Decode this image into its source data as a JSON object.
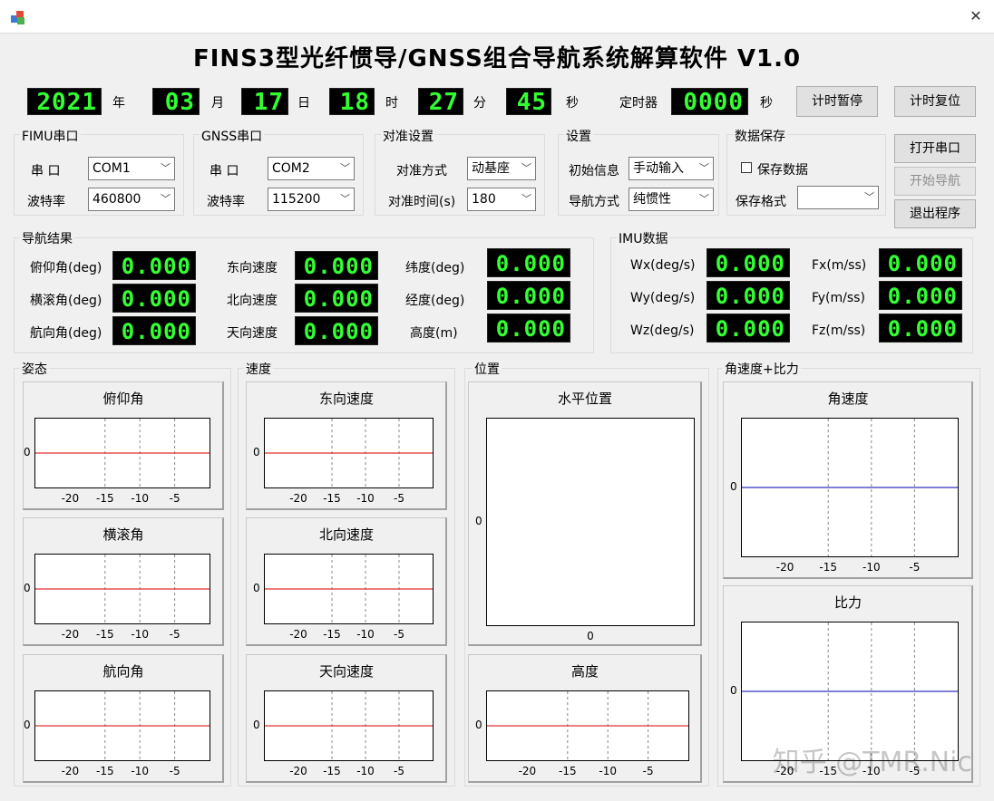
{
  "app": {
    "title": "FINS3型光纤惯导/GNSS组合导航系统解算软件 V1.0",
    "close_glyph": "✕"
  },
  "clock": {
    "year": "2021",
    "year_unit": "年",
    "month": "03",
    "month_unit": "月",
    "day": "17",
    "day_unit": "日",
    "hour": "18",
    "hour_unit": "时",
    "minute": "27",
    "minute_unit": "分",
    "second": "45",
    "second_unit": "秒",
    "timer_label": "定时器",
    "timer": "0000",
    "timer_unit": "秒",
    "pause_button": "计时暂停",
    "reset_button": "计时复位"
  },
  "fimu": {
    "title": "FIMU串口",
    "port_label": "串  口",
    "port_value": "COM1",
    "baud_label": "波特率",
    "baud_value": "460800"
  },
  "gnss": {
    "title": "GNSS串口",
    "port_label": "串  口",
    "port_value": "COM2",
    "baud_label": "波特率",
    "baud_value": "115200"
  },
  "align": {
    "title": "对准设置",
    "mode_label": "对准方式",
    "mode_value": "动基座",
    "time_label": "对准时间(s)",
    "time_value": "180"
  },
  "settings": {
    "title": "设置",
    "init_label": "初始信息",
    "init_value": "手动输入",
    "nav_label": "导航方式",
    "nav_value": "纯惯性"
  },
  "save": {
    "title": "数据保存",
    "save_check_label": "保存数据",
    "format_label": "保存格式",
    "format_value": ""
  },
  "actions": {
    "open_port": "打开串口",
    "start_nav": "开始导航",
    "exit": "退出程序"
  },
  "nav_result": {
    "title": "导航结果",
    "items": [
      {
        "label": "俯仰角(deg)",
        "value": "0.000"
      },
      {
        "label": "横滚角(deg)",
        "value": "0.000"
      },
      {
        "label": "航向角(deg)",
        "value": "0.000"
      },
      {
        "label": "东向速度",
        "value": "0.000"
      },
      {
        "label": "北向速度",
        "value": "0.000"
      },
      {
        "label": "天向速度",
        "value": "0.000"
      },
      {
        "label": "纬度(deg)",
        "value": "0.000"
      },
      {
        "label": "经度(deg)",
        "value": "0.000"
      },
      {
        "label": "高度(m)",
        "value": "0.000"
      }
    ]
  },
  "imu": {
    "title": "IMU数据",
    "items": [
      {
        "label": "Wx(deg/s)",
        "value": "0.000"
      },
      {
        "label": "Wy(deg/s)",
        "value": "0.000"
      },
      {
        "label": "Wz(deg/s)",
        "value": "0.000"
      },
      {
        "label": "Fx(m/ss)",
        "value": "0.000"
      },
      {
        "label": "Fy(m/ss)",
        "value": "0.000"
      },
      {
        "label": "Fz(m/ss)",
        "value": "0.000"
      }
    ]
  },
  "chart_groups": {
    "attitude": "姿态",
    "velocity": "速度",
    "position": "位置",
    "rate_force": "角速度+比力"
  },
  "colors": {
    "lcd_fg": "#33ff33",
    "lcd_bg": "#000000",
    "line_red": "#e03030",
    "line_blue": "#3030c0"
  },
  "chart_data": [
    {
      "type": "line",
      "title": "俯仰角",
      "x_ticks": [
        "-20",
        "-15",
        "-10",
        "-5"
      ],
      "y_ticks": [
        "0"
      ],
      "series": [
        {
          "values": [
            0,
            0
          ]
        }
      ],
      "color": "#e03030"
    },
    {
      "type": "line",
      "title": "横滚角",
      "x_ticks": [
        "-20",
        "-15",
        "-10",
        "-5"
      ],
      "y_ticks": [
        "0"
      ],
      "series": [
        {
          "values": [
            0,
            0
          ]
        }
      ],
      "color": "#e03030"
    },
    {
      "type": "line",
      "title": "航向角",
      "x_ticks": [
        "-20",
        "-15",
        "-10",
        "-5"
      ],
      "y_ticks": [
        "0"
      ],
      "series": [
        {
          "values": [
            0,
            0
          ]
        }
      ],
      "color": "#e03030"
    },
    {
      "type": "line",
      "title": "东向速度",
      "x_ticks": [
        "-20",
        "-15",
        "-10",
        "-5"
      ],
      "y_ticks": [
        "0"
      ],
      "series": [
        {
          "values": [
            0,
            0
          ]
        }
      ],
      "color": "#e03030"
    },
    {
      "type": "line",
      "title": "北向速度",
      "x_ticks": [
        "-20",
        "-15",
        "-10",
        "-5"
      ],
      "y_ticks": [
        "0"
      ],
      "series": [
        {
          "values": [
            0,
            0
          ]
        }
      ],
      "color": "#e03030"
    },
    {
      "type": "line",
      "title": "天向速度",
      "x_ticks": [
        "-20",
        "-15",
        "-10",
        "-5"
      ],
      "y_ticks": [
        "0"
      ],
      "series": [
        {
          "values": [
            0,
            0
          ]
        }
      ],
      "color": "#e03030"
    },
    {
      "type": "scatter",
      "title": "水平位置",
      "x_ticks": [
        "0"
      ],
      "y_ticks": [
        "0"
      ],
      "series": [],
      "color": "#e03030"
    },
    {
      "type": "line",
      "title": "高度",
      "x_ticks": [
        "-20",
        "-15",
        "-10",
        "-5"
      ],
      "y_ticks": [
        "0"
      ],
      "series": [
        {
          "values": [
            0,
            0
          ]
        }
      ],
      "color": "#e03030"
    },
    {
      "type": "line",
      "title": "角速度",
      "x_ticks": [
        "-20",
        "-15",
        "-10",
        "-5"
      ],
      "y_ticks": [
        "0"
      ],
      "series": [
        {
          "values": [
            0,
            0
          ]
        }
      ],
      "color": "#3030c0"
    },
    {
      "type": "line",
      "title": "比力",
      "x_ticks": [
        "-20",
        "-15",
        "-10",
        "-5"
      ],
      "y_ticks": [
        "0"
      ],
      "series": [
        {
          "values": [
            0,
            0
          ]
        }
      ],
      "color": "#3030c0"
    }
  ],
  "watermark": "知乎 @TMR.Nic"
}
